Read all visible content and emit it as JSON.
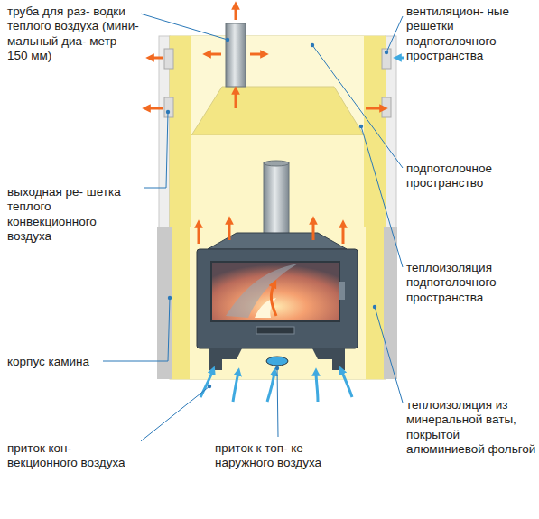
{
  "diagram": {
    "labels": [
      "труба для раз- водки теплого воздуха (мини- мальный диа- метр 150 мм)",
      "выходная ре- шетка теплого конвекционного воздуха",
      "корпус камина",
      "приток кон- векционного воздуха",
      "приток к топ- ке наружного воздуха",
      "вентиляцион- ные решетки подпотолочного пространства",
      "подпотолочное пространство",
      "теплоизоляция подпотолочного пространства",
      "теплоизоляция из минеральной ваты, покрытой алюминиевой фольгой"
    ]
  }
}
